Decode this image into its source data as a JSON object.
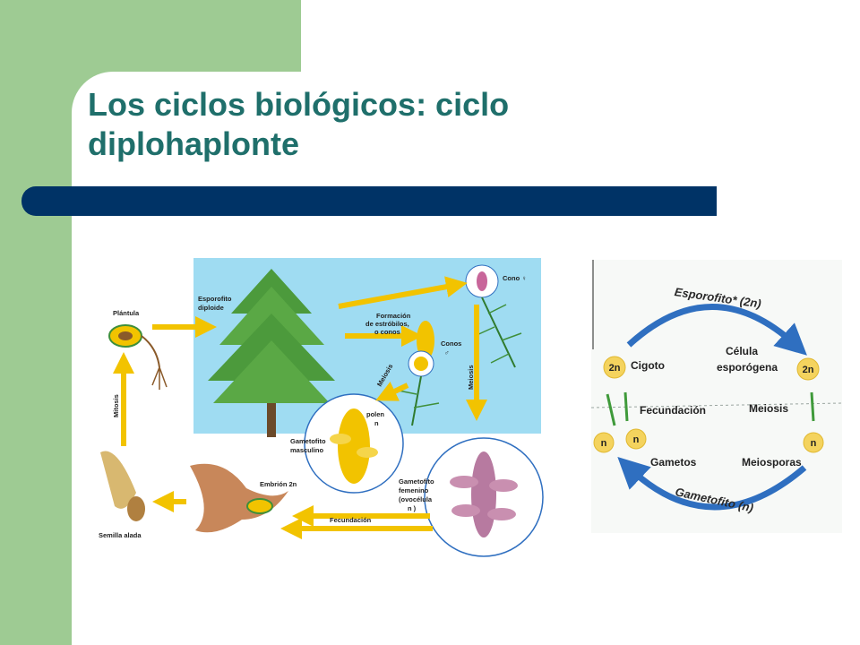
{
  "slide": {
    "title": "Los ciclos biológicos: ciclo diplohaplonte"
  },
  "pine_cycle": {
    "labels": {
      "plantula": "Plántula",
      "esporofito": "Esporofito",
      "diploide": "diploide",
      "formacion_1": "Formación",
      "formacion_2": "de estróbilos,",
      "formacion_3": "o conos",
      "cono_fem": "Cono ♀",
      "conos_masc_1": "Conos",
      "conos_masc_2": "♂",
      "meiosis_left": "Meiosis",
      "meiosis_right": "Meiosis",
      "mitosis": "Mitosis",
      "polen": "polen",
      "polen_n": "n",
      "gam_masc_1": "Gametofito",
      "gam_masc_2": "masculino",
      "embrion": "Embrión 2n",
      "gam_fem_1": "Gametofito",
      "gam_fem_2": "femenino",
      "gam_fem_3": "(ovocélula",
      "gam_fem_4": "n )",
      "fecundacion": "Fecundación",
      "semilla": "Semilla alada"
    }
  },
  "life_cycle": {
    "esporofito": "Esporofito* (2n)",
    "gametofito": "Gametofito (n)",
    "cigoto": "Cigoto",
    "celula_1": "Célula",
    "celula_2": "esporógena",
    "fecundacion": "Fecundación",
    "meiosis": "Meiosis",
    "gametos": "Gametos",
    "meiosporas": "Meiosporas",
    "badge_2n": "2n",
    "badge_n": "n"
  },
  "colors": {
    "band_green": "#9ecb93",
    "title_teal": "#1f6f6b",
    "bar_navy": "#003366",
    "arrow_yellow": "#f2c300",
    "sky_blue": "#9fdcf2",
    "cycle_blue": "#2f6fc0",
    "badge_yellow": "#f4d35e"
  }
}
